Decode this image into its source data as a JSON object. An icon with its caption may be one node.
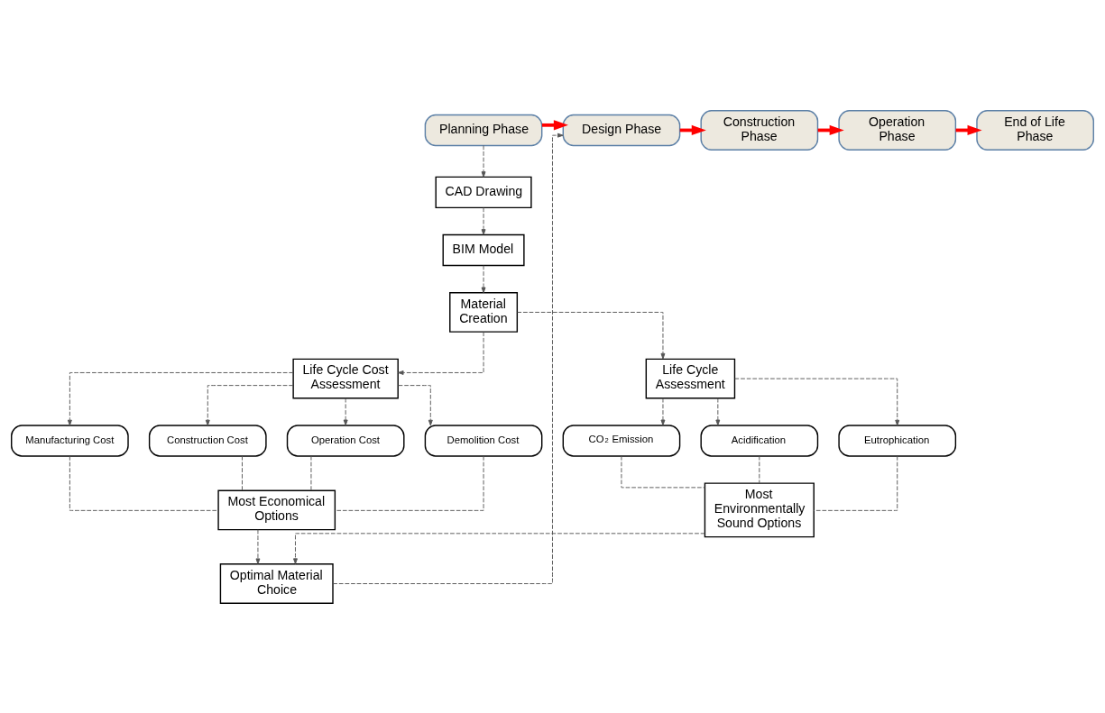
{
  "diagram": {
    "nodes": [
      {
        "text": [
          "Planning Phase"
        ]
      },
      {
        "text": [
          "Design Phase"
        ]
      },
      {
        "text": [
          "Construction Phase"
        ]
      },
      {
        "text": [
          "Operation Phase"
        ]
      },
      {
        "text": [
          "End of Life Phase"
        ]
      },
      {
        "text": [
          "CAD Drawing"
        ]
      },
      {
        "text": [
          "BIM Model"
        ]
      },
      {
        "text": [
          "Material Creation"
        ]
      },
      {
        "text": [
          "Life Cycle Cost Assessment"
        ]
      },
      {
        "text": [
          "Manufacturing Cost"
        ]
      },
      {
        "text": [
          "Construction Cost"
        ]
      },
      {
        "text": [
          "Operation Cost"
        ]
      },
      {
        "text": [
          "Demolition Cost"
        ]
      },
      {
        "text": [
          "Most Economical Options"
        ]
      },
      {
        "text": [
          "Optimal Material Choice"
        ]
      },
      {
        "text": [
          "Life Cycle Assessment"
        ]
      },
      {
        "text": [
          "CO$_{2}$ Emission"
        ]
      },
      {
        "text": [
          "Acidification"
        ]
      },
      {
        "text": [
          "Eutrophication"
        ]
      },
      {
        "text": [
          "Most Environmentally Sound Options"
        ]
      }
    ],
    "edges": [
      {
        "from": 0,
        "to": 1,
        "arrow": "to",
        "style": "thick",
        "color": "#ff0000"
      },
      {
        "from": 1,
        "to": 2,
        "arrow": "to",
        "style": "thick",
        "color": "#ff0000"
      },
      {
        "from": 2,
        "to": 3,
        "arrow": "to",
        "style": "thick",
        "color": "#ff0000"
      },
      {
        "from": 3,
        "to": 4,
        "arrow": "to",
        "style": "thick",
        "color": "#ff0000"
      },
      {
        "from": 0,
        "to": 5,
        "arrow": "to",
        "style": "dashed"
      },
      {
        "from": 5,
        "to": 6,
        "arrow": "to",
        "style": "dashed"
      },
      {
        "from": 6,
        "to": 7,
        "arrow": "to",
        "style": "dashed"
      },
      {
        "from": 7,
        "to": 8,
        "arrow": "to",
        "style": "dashed"
      },
      {
        "from": 7,
        "to": 15,
        "arrow": "to",
        "style": "dashed"
      },
      {
        "from": 8,
        "to": 9,
        "arrow": "to",
        "style": "dashed"
      },
      {
        "from": 8,
        "to": 10,
        "arrow": "to",
        "style": "dashed"
      },
      {
        "from": 8,
        "to": 11,
        "arrow": "to",
        "style": "dashed"
      },
      {
        "from": 8,
        "to": 12,
        "arrow": "to",
        "style": "dashed"
      },
      {
        "from": 9,
        "to": 13,
        "arrow": "none",
        "style": "dashed"
      },
      {
        "from": 10,
        "to": 13,
        "arrow": "none",
        "style": "dashed"
      },
      {
        "from": 11,
        "to": 13,
        "arrow": "none",
        "style": "dashed"
      },
      {
        "from": 12,
        "to": 13,
        "arrow": "none",
        "style": "dashed"
      },
      {
        "from": 13,
        "to": 14,
        "arrow": "to",
        "style": "dashed"
      },
      {
        "from": 14,
        "to": 1,
        "arrow": "to",
        "style": "dashed"
      },
      {
        "from": 15,
        "to": 16,
        "arrow": "to",
        "style": "dashed"
      },
      {
        "from": 15,
        "to": 17,
        "arrow": "to",
        "style": "dashed"
      },
      {
        "from": 15,
        "to": 18,
        "arrow": "to",
        "style": "dashed"
      },
      {
        "from": 16,
        "to": 19,
        "arrow": "none",
        "style": "dashed"
      },
      {
        "from": 17,
        "to": 19,
        "arrow": "none",
        "style": "dashed"
      },
      {
        "from": 18,
        "to": 19,
        "arrow": "none",
        "style": "dashed"
      },
      {
        "from": 19,
        "to": 14,
        "arrow": "to",
        "style": "dashed"
      }
    ]
  }
}
